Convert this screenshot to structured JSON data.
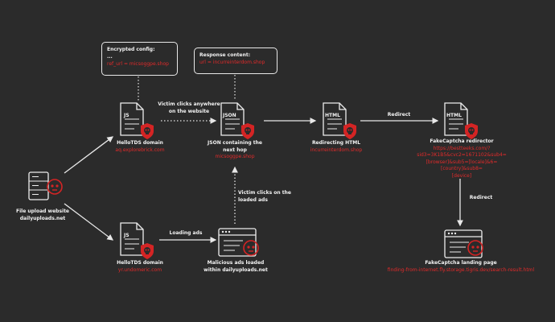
{
  "nodes": {
    "site": {
      "title": "File upload website",
      "sub": "dailyuploads.net"
    },
    "tds1": {
      "title": "HelloTDS domain",
      "sub": "aq.explorebrick.com",
      "badge": "JS"
    },
    "tds2": {
      "title": "HelloTDS domain",
      "sub": "yr.undomeric.com",
      "badge": "JS"
    },
    "json": {
      "title": "JSON containing the",
      "title2": "next hop",
      "sub": "micsoggpe.shop",
      "badge": "JSON"
    },
    "redir": {
      "title": "Redirecting HTML",
      "sub": "incurreinterdom.shop",
      "badge": "HTML"
    },
    "fake": {
      "title": "FakeCaptcha redirector",
      "badge": "HTML",
      "sub": [
        "https://bestteeks.com/?",
        "sid3=3K1B5&cvc2=1671102&sub4=",
        "[browser]&sub5=[locale]&6=[country]&sub8=",
        "[device]"
      ]
    },
    "ads": {
      "title": "Malicious ads loaded",
      "title2": "within dailyuploads.net"
    },
    "landing": {
      "title": "FakeCaptcha landing page",
      "sub": "finding-from-internet.fly.storage.tigris.dev/search-result.html"
    }
  },
  "callouts": {
    "config": {
      "title": "Encrypted config:",
      "line1": "...",
      "line2": "ref_url = micsoggpe.shop"
    },
    "response": {
      "title": "Response content:",
      "line1": "url = incurreinterdom.shop"
    }
  },
  "edges": {
    "victim_clicks": [
      "Victim clicks anywhere",
      "on the website"
    ],
    "redirect1": "Redirect",
    "redirect2": "Redirect",
    "loading_ads": "Loading ads",
    "victim_clicks_ads": [
      "Victim clicks on the",
      "loaded ads"
    ]
  },
  "colors": {
    "background": "#2b2b2b",
    "accent": "#e12b2b",
    "line": "#e8e8e8"
  },
  "icons": [
    "server-icon",
    "script-file-icon",
    "skull-shield-icon",
    "browser-window-icon",
    "skull-icon"
  ]
}
